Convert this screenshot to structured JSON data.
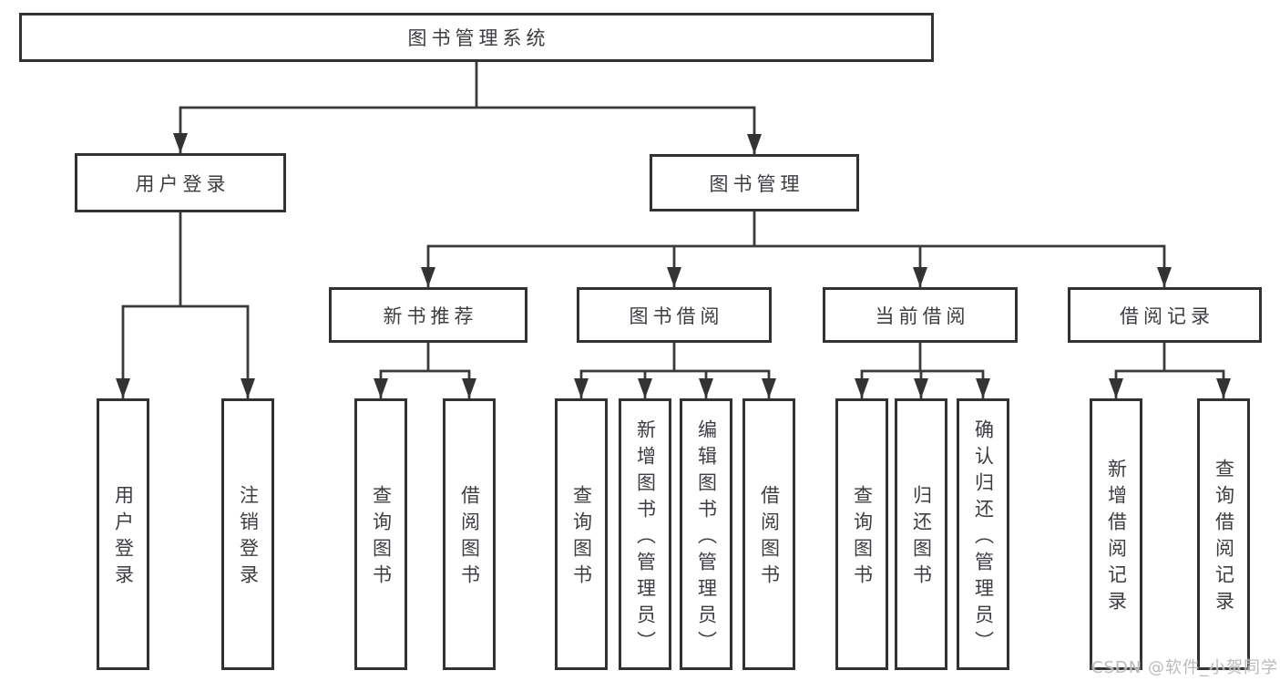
{
  "diagram": {
    "title": "图书管理系统",
    "level2": {
      "user_login": "用户登录",
      "book_mgmt": "图书管理"
    },
    "level3": {
      "new_book_rec": "新书推荐",
      "book_borrow": "图书借阅",
      "current_borrow": "当前借阅",
      "borrow_records": "借阅记录"
    },
    "leaves": {
      "user_login": "用户登录",
      "logout": "注销登录",
      "rec_query": "查询图书",
      "rec_borrow": "借阅图书",
      "bb_query": "查询图书",
      "bb_add": "新增图书（管理员）",
      "bb_edit": "编辑图书（管理员）",
      "bb_borrow": "借阅图书",
      "cb_query": "查询图书",
      "cb_return": "归还图书",
      "cb_confirm": "确认归还（管理员）",
      "br_add": "新增借阅记录",
      "br_query": "查询借阅记录"
    },
    "watermark": "CSDN @软件_小贺同学",
    "colors": {
      "line": "#3a3a3a",
      "border": "#323232",
      "text": "#3d3d42",
      "background": "#ffffff",
      "watermark": "#b7b7b7"
    }
  }
}
